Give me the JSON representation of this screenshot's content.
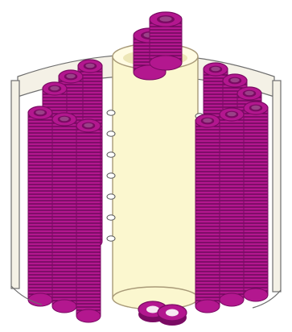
{
  "figure": {
    "subject": "centriole-structure",
    "colors": {
      "background": "#ffffff",
      "microtubule_fill": "#b3178f",
      "microtubule_dark": "#7a0a63",
      "microtubule_hatch": "#5e0650",
      "microtubule_lumen": "#f6e8f2",
      "central_hub": "#fbf7cf",
      "central_hub_edge": "#a89a78",
      "outer_sheath": "#f4f1e6",
      "sheath_edge": "#6e6e6e",
      "linker": "#ffffff",
      "linker_edge": "#555555"
    },
    "parts": [
      "outer-sheath",
      "central-hub",
      "microtubule-triplets",
      "linker-arms",
      "cross-section-triplet"
    ]
  }
}
